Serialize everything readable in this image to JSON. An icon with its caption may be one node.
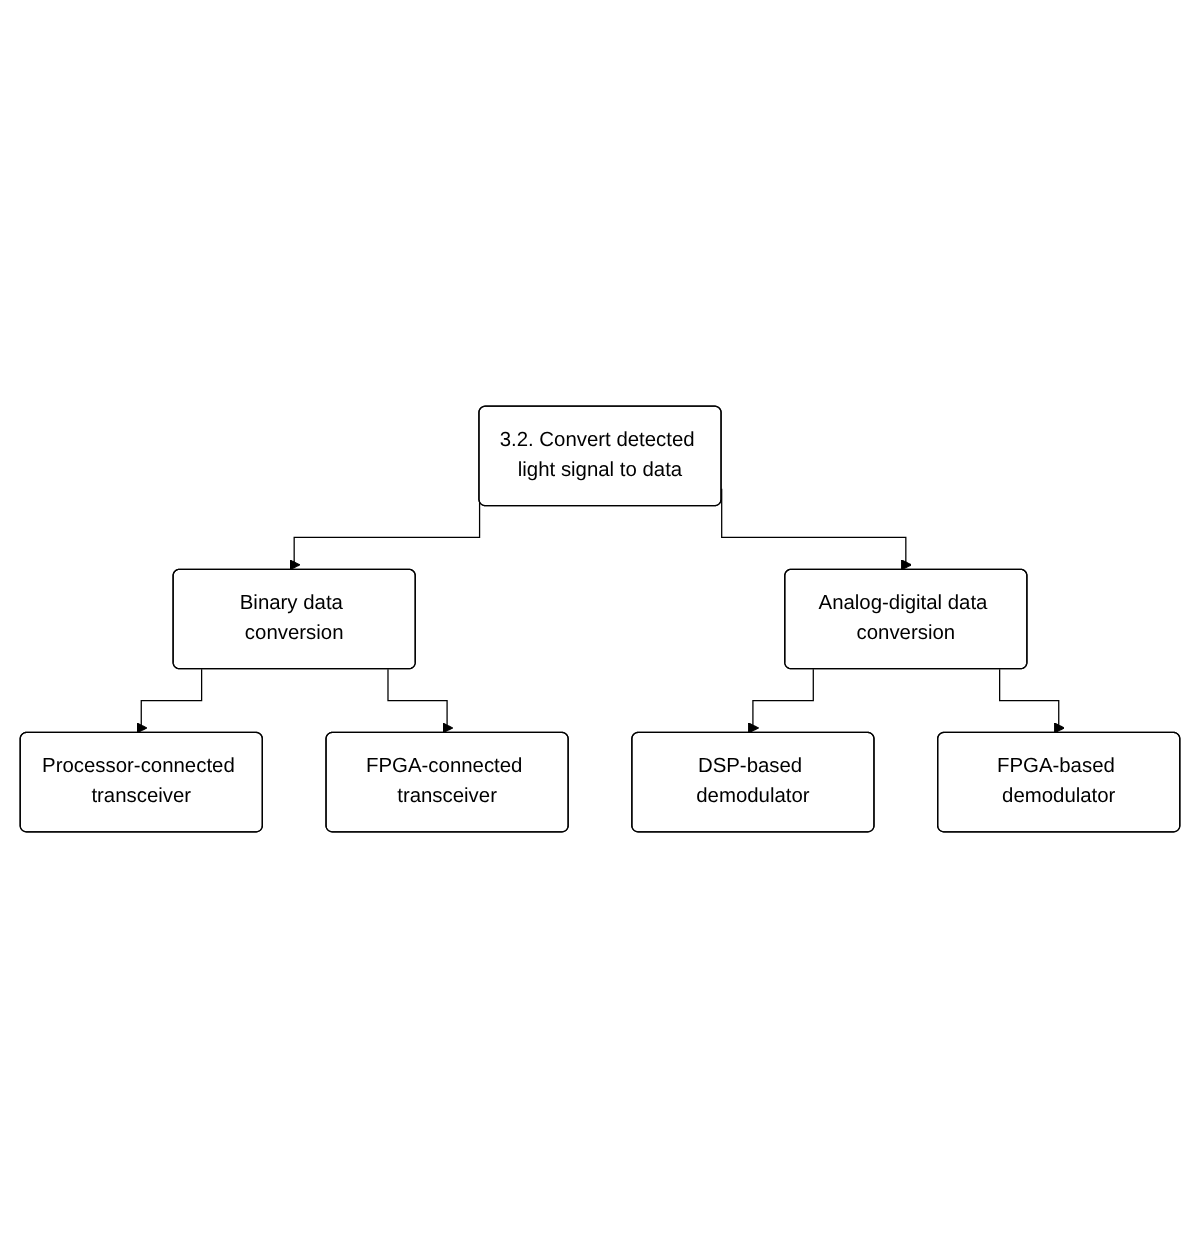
{
  "diagram": {
    "nodes": [
      {
        "text": [
          "3.2. Convert detected light signal to data"
        ]
      },
      {
        "text": [
          "Binary data conversion"
        ]
      },
      {
        "text": [
          "Analog-digital data conversion"
        ]
      },
      {
        "text": [
          "Processor-connected transceiver"
        ]
      },
      {
        "text": [
          "FPGA-connected transceiver"
        ]
      },
      {
        "text": [
          "DSP-based demodulator"
        ]
      },
      {
        "text": [
          "FPGA-based demodulator"
        ]
      }
    ],
    "edges": [
      {
        "from": 0,
        "to": 1,
        "arrow": "to"
      },
      {
        "from": 0,
        "to": 2,
        "arrow": "to"
      },
      {
        "from": 1,
        "to": 3,
        "arrow": "to"
      },
      {
        "from": 1,
        "to": 4,
        "arrow": "to"
      },
      {
        "from": 2,
        "to": 5,
        "arrow": "to"
      },
      {
        "from": 2,
        "to": 6,
        "arrow": "to"
      }
    ]
  }
}
